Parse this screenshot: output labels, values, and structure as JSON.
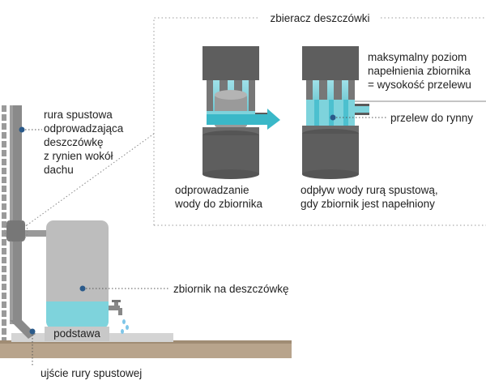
{
  "title": "zbieracz deszczówki",
  "labels": {
    "downpipe": [
      "rura spustowa",
      "odprowadzająca",
      "deszczówkę",
      "z rynien wokół",
      "dachu"
    ],
    "max_level": [
      "maksymalny poziom",
      "napełnienia zbiornika",
      "= wysokość przelewu"
    ],
    "overflow": "przelew do rynny",
    "to_tank": [
      "odprowadzanie",
      "wody do zbiornika"
    ],
    "outflow": [
      "odpływ wody rurą spustową,",
      "gdy zbiornik jest napełniony"
    ],
    "tank": "zbiornik na deszczówkę",
    "base": "podstawa",
    "outlet": "ujście rury spustowej"
  },
  "colors": {
    "water": "#7ed3dc",
    "water_dark": "#3ab8c8",
    "tank": "#bdbdbd",
    "pipe": "#8a8a8a",
    "collector_dark": "#555555",
    "collector_mid": "#707070",
    "ground": "#b8a48c",
    "callout_dot": "#2a5a8a"
  }
}
